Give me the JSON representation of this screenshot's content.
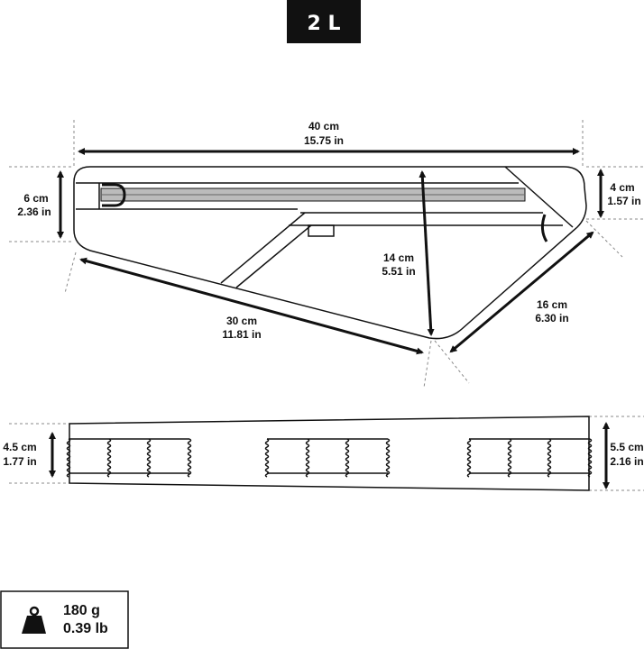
{
  "capacity_badge": "2 L",
  "top_view": {
    "length": {
      "cm": "40 cm",
      "in": "15.75 in"
    },
    "left_height": {
      "cm": "6 cm",
      "in": "2.36 in"
    },
    "right_height": {
      "cm": "4 cm",
      "in": "1.57 in"
    },
    "depth": {
      "cm": "14 cm",
      "in": "5.51 in"
    },
    "bottom_edge": {
      "cm": "30 cm",
      "in": "11.81 in"
    },
    "right_edge": {
      "cm": "16 cm",
      "in": "6.30 in"
    }
  },
  "side_view": {
    "left_width": {
      "cm": "4.5 cm",
      "in": "1.77 in"
    },
    "right_width": {
      "cm": "5.5 cm",
      "in": "2.16 in"
    }
  },
  "weight": {
    "icon": "weight-icon",
    "g": "180 g",
    "lb": "0.39 lb"
  }
}
